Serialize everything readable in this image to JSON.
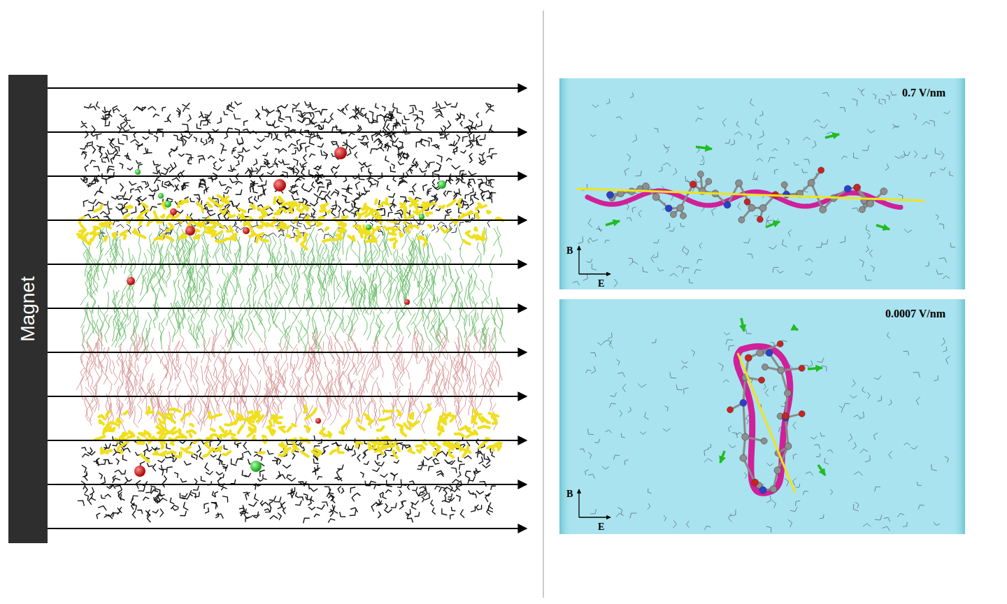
{
  "diagram": {
    "nodes": [
      {
        "text": [
          "Magnet"
        ]
      },
      {
        "text": [
          "0.7 V/nm"
        ]
      },
      {
        "text": [
          "0.0007 V/nm"
        ]
      }
    ],
    "labels": [
      "B",
      "E",
      "B",
      "E"
    ]
  }
}
